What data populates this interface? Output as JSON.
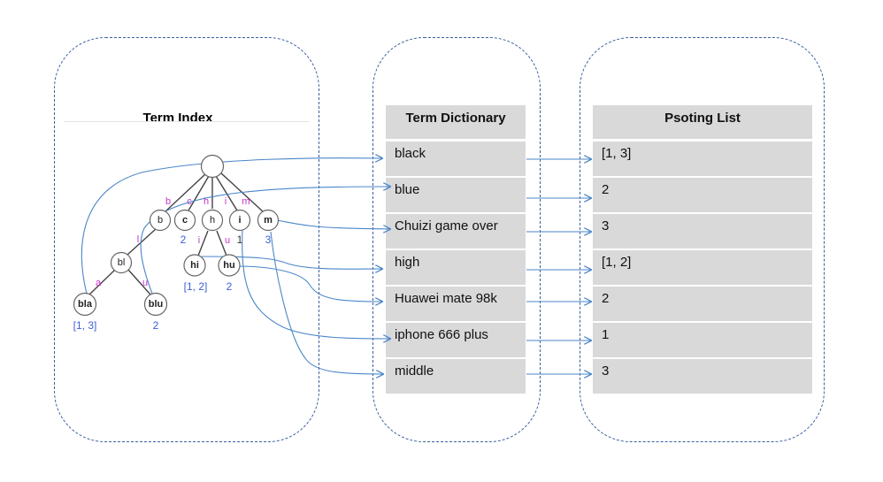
{
  "panels": {
    "term_index": {
      "title": "Term Index"
    },
    "term_dictionary": {
      "title": "Term Dictionary",
      "rows": [
        "black",
        "blue",
        "Chuizi game over",
        "high",
        "Huawei mate 98k",
        "iphone 666 plus",
        "middle"
      ]
    },
    "posting_list": {
      "title": "Psoting List",
      "rows": [
        "[1, 3]",
        "2",
        "3",
        "[1, 2]",
        "2",
        "1",
        "3"
      ]
    }
  },
  "trie": {
    "nodes": {
      "root": "",
      "b": "b",
      "c": "c",
      "h": "h",
      "i": "i",
      "m": "m",
      "bl": "bl",
      "hi": "hi",
      "hu": "hu",
      "bla": "bla",
      "blu": "blu"
    },
    "edge_labels": {
      "root_b": "b",
      "root_c": "c",
      "root_h": "h",
      "root_i": "i",
      "root_m": "m",
      "b_bl": "l",
      "h_hi": "i",
      "h_hu": "u",
      "bl_bla": "a",
      "bl_blu": "u"
    },
    "postings": {
      "c": "2",
      "i": "1",
      "m": "3",
      "hi": "[1, 2]",
      "hu": "2",
      "bla": "[1, 3]",
      "blu": "2"
    }
  },
  "colors": {
    "panel_border": "#3b5f9e",
    "arrow": "#4a86c8",
    "edge_label": "#cc33cc",
    "posting_label": "#3b5fd6",
    "cell_bg": "#d9d9d9"
  }
}
